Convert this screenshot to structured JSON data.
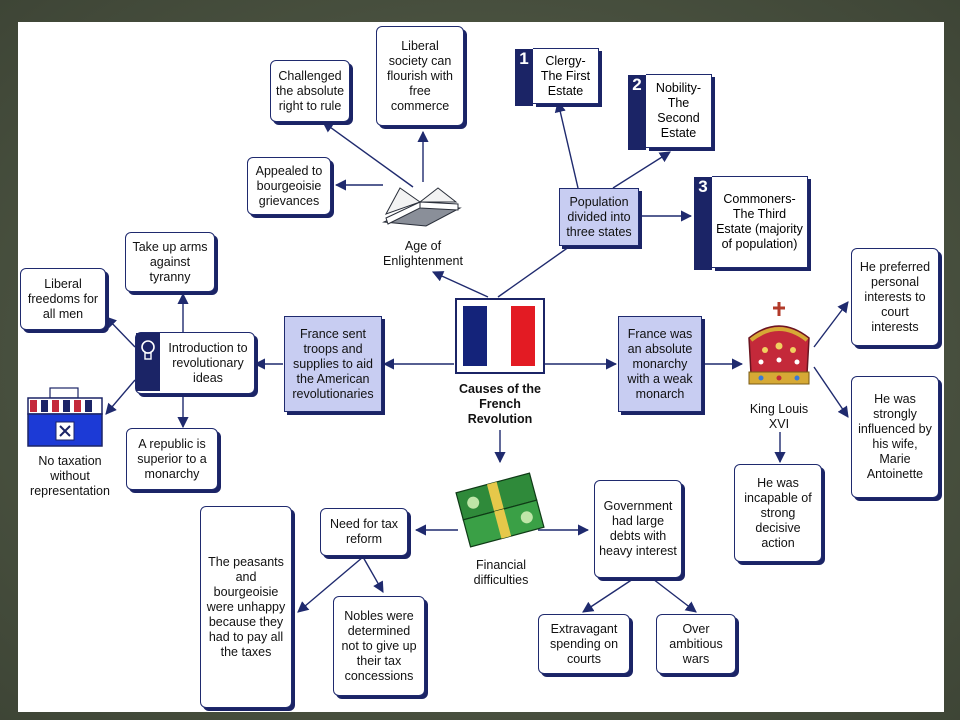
{
  "center": {
    "title": "Causes of the French Revolution"
  },
  "enlightenment": {
    "label": "Age of Enlightenment",
    "challenged": "Challenged the absolute right to rule",
    "liberal_society": "Liberal society can flourish with free commerce",
    "appealed": "Appealed to bourgeoisie grievances"
  },
  "estates": {
    "population": "Population divided into three states",
    "first_num": "1",
    "first": "Clergy- The First Estate",
    "second_num": "2",
    "second": "Nobility- The Second Estate",
    "third_num": "3",
    "third": "Commoners- The Third Estate (majority of population)"
  },
  "monarchy": {
    "absolute": "France was an absolute monarchy with a weak monarch",
    "king_label": "King Louis XVI",
    "personal_interests": "He preferred personal interests to court interests",
    "influenced": "He was strongly influenced by his wife, Marie Antoinette",
    "incapable": "He was incapable of strong decisive action"
  },
  "american": {
    "troops": "France sent troops and supplies to aid the American revolutionaries",
    "intro_ideas": "Introduction to revolutionary ideas",
    "take_up_arms": "Take up arms against tyranny",
    "liberal_freedoms": "Liberal freedoms for all men",
    "no_taxation": "No taxation without representation",
    "republic": "A republic is superior to a monarchy"
  },
  "financial": {
    "label": "Financial difficulties",
    "tax_reform": "Need for tax reform",
    "peasants": "The peasants and bourgeoisie were unhappy because they had to pay all the taxes",
    "nobles": "Nobles were determined not to give up their tax concessions",
    "debts": "Government had large debts with heavy interest",
    "extravagant": "Extravagant spending on courts",
    "wars": "Over ambitious wars"
  },
  "colors": {
    "node_border": "#1f2a6e",
    "highlight_fill": "#c8cdf2",
    "flag_blue": "#14237a",
    "flag_red": "#e31b23",
    "money_green": "#2f8a3a"
  },
  "icons": [
    "book-icon",
    "flag-icon",
    "crown-icon",
    "money-icon",
    "lightbulb-icon",
    "ballot-box-icon"
  ]
}
